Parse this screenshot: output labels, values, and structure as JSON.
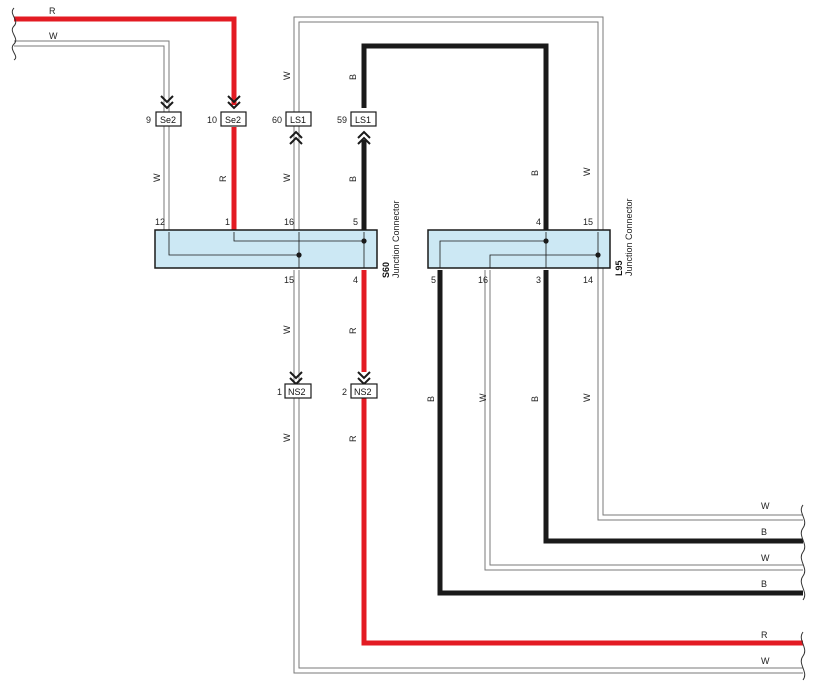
{
  "colors": {
    "red": "#e31b23",
    "black": "#1a1a1a",
    "white_wire_outline": "#7a7a7a",
    "junction_fill": "#cce8f4"
  },
  "junctions": {
    "s60": {
      "name": "S60",
      "description": "Junction Connector"
    },
    "l95": {
      "name": "L95",
      "description": "Junction Connector"
    }
  },
  "connectors": {
    "se2_9": {
      "pin": "9",
      "name": "Se2"
    },
    "se2_10": {
      "pin": "10",
      "name": "Se2"
    },
    "ls1_60": {
      "pin": "60",
      "name": "LS1"
    },
    "ls1_59": {
      "pin": "59",
      "name": "LS1"
    },
    "ns2_1": {
      "pin": "1",
      "name": "NS2"
    },
    "ns2_2": {
      "pin": "2",
      "name": "NS2"
    }
  },
  "s60_pins": {
    "p12": "12",
    "p1": "1",
    "p16": "16",
    "p5": "5",
    "p15": "15",
    "p4": "4"
  },
  "l95_pins": {
    "p4": "4",
    "p15": "15",
    "p5": "5",
    "p16": "16",
    "p3": "3",
    "p14": "14"
  },
  "wire_labels": {
    "top_r": "R",
    "top_w": "W",
    "w_ls1_60_top": "W",
    "b_ls1_59_top": "B",
    "w_se2_9": "W",
    "r_se2_10": "R",
    "w_ls1_60": "W",
    "b_ls1_59": "B",
    "b_l95_4": "B",
    "w_l95_15": "W",
    "w_s60_15": "W",
    "r_s60_4": "R",
    "w_ns2_1": "W",
    "r_ns2_2": "R",
    "b_l95_5": "B",
    "w_l95_16": "W",
    "b_l95_3": "B",
    "w_l95_14": "W",
    "right_w1": "W",
    "right_b1": "B",
    "right_w2": "W",
    "right_b2": "B",
    "right_r": "R",
    "right_w3": "W"
  }
}
